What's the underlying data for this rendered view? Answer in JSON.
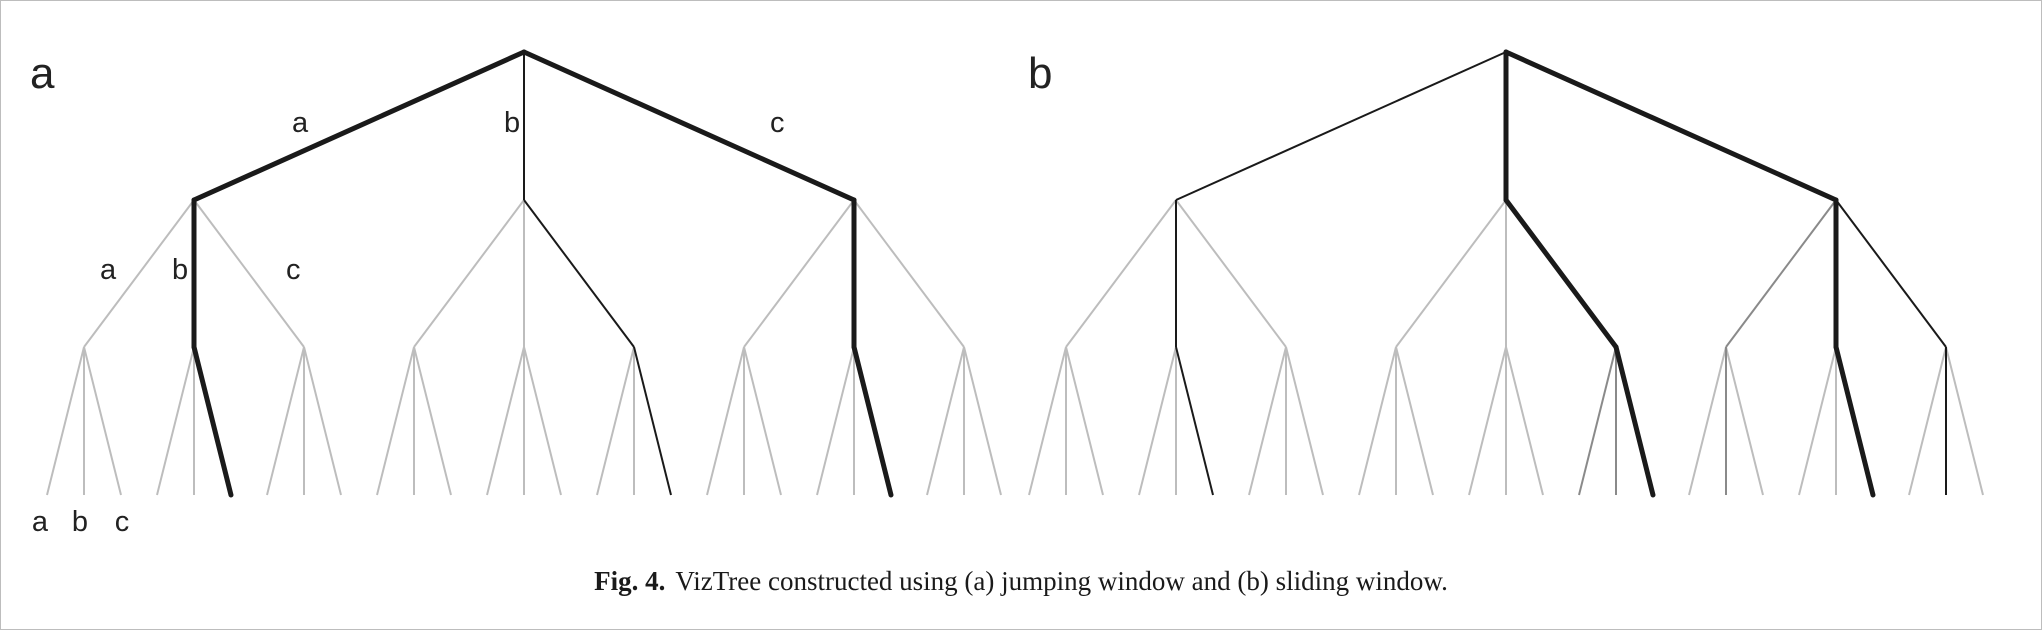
{
  "figure": {
    "caption_label": "Fig. 4.",
    "caption_text": "VizTree constructed using (a) jumping window and (b) sliding window.",
    "colors": {
      "bold": "#1a1a1a",
      "normal": "#1a1a1a",
      "mid": "#8a8a8a",
      "light": "#bdbdbd"
    }
  },
  "panels": [
    {
      "label": "a",
      "show_labels": true,
      "edge_labels": {
        "level1": [
          "a",
          "b",
          "c"
        ],
        "level2": [
          "a",
          "b",
          "c"
        ],
        "leaves": [
          "a",
          "b",
          "c"
        ]
      },
      "edges": [
        [
          "",
          "a",
          "bold"
        ],
        [
          "",
          "b",
          "normal"
        ],
        [
          "",
          "c",
          "bold"
        ],
        [
          "a",
          "aa",
          "light"
        ],
        [
          "a",
          "ab",
          "bold"
        ],
        [
          "a",
          "ac",
          "light"
        ],
        [
          "b",
          "ba",
          "light"
        ],
        [
          "b",
          "bb",
          "light"
        ],
        [
          "b",
          "bc",
          "normal"
        ],
        [
          "c",
          "ca",
          "light"
        ],
        [
          "c",
          "cb",
          "bold"
        ],
        [
          "c",
          "cc",
          "light"
        ],
        [
          "aa",
          "aaa",
          "light"
        ],
        [
          "aa",
          "aab",
          "light"
        ],
        [
          "aa",
          "aac",
          "light"
        ],
        [
          "ab",
          "aba",
          "light"
        ],
        [
          "ab",
          "abb",
          "light"
        ],
        [
          "ab",
          "abc",
          "bold"
        ],
        [
          "ac",
          "aca",
          "light"
        ],
        [
          "ac",
          "acb",
          "light"
        ],
        [
          "ac",
          "acc",
          "light"
        ],
        [
          "ba",
          "baa",
          "light"
        ],
        [
          "ba",
          "bab",
          "light"
        ],
        [
          "ba",
          "bac",
          "light"
        ],
        [
          "bb",
          "bba",
          "light"
        ],
        [
          "bb",
          "bbb",
          "light"
        ],
        [
          "bb",
          "bbc",
          "light"
        ],
        [
          "bc",
          "bca",
          "light"
        ],
        [
          "bc",
          "bcb",
          "light"
        ],
        [
          "bc",
          "bcc",
          "normal"
        ],
        [
          "ca",
          "caa",
          "light"
        ],
        [
          "ca",
          "cab",
          "light"
        ],
        [
          "ca",
          "cac",
          "light"
        ],
        [
          "cb",
          "cba",
          "light"
        ],
        [
          "cb",
          "cbb",
          "light"
        ],
        [
          "cb",
          "cbc",
          "bold"
        ],
        [
          "cc",
          "cca",
          "light"
        ],
        [
          "cc",
          "ccb",
          "light"
        ],
        [
          "cc",
          "ccc",
          "light"
        ]
      ]
    },
    {
      "label": "b",
      "show_labels": false,
      "edge_labels": {
        "level1": [],
        "level2": [],
        "leaves": []
      },
      "edges": [
        [
          "",
          "a",
          "normal"
        ],
        [
          "",
          "b",
          "bold"
        ],
        [
          "",
          "c",
          "bold"
        ],
        [
          "a",
          "aa",
          "light"
        ],
        [
          "a",
          "ab",
          "normal"
        ],
        [
          "a",
          "ac",
          "light"
        ],
        [
          "b",
          "ba",
          "light"
        ],
        [
          "b",
          "bb",
          "light"
        ],
        [
          "b",
          "bc",
          "bold"
        ],
        [
          "c",
          "ca",
          "mid"
        ],
        [
          "c",
          "cb",
          "bold"
        ],
        [
          "c",
          "cc",
          "normal"
        ],
        [
          "aa",
          "aaa",
          "light"
        ],
        [
          "aa",
          "aab",
          "light"
        ],
        [
          "aa",
          "aac",
          "light"
        ],
        [
          "ab",
          "aba",
          "light"
        ],
        [
          "ab",
          "abb",
          "light"
        ],
        [
          "ab",
          "abc",
          "normal"
        ],
        [
          "ac",
          "aca",
          "light"
        ],
        [
          "ac",
          "acb",
          "light"
        ],
        [
          "ac",
          "acc",
          "light"
        ],
        [
          "ba",
          "baa",
          "light"
        ],
        [
          "ba",
          "bab",
          "light"
        ],
        [
          "ba",
          "bac",
          "light"
        ],
        [
          "bb",
          "bba",
          "light"
        ],
        [
          "bb",
          "bbb",
          "light"
        ],
        [
          "bb",
          "bbc",
          "light"
        ],
        [
          "bc",
          "bca",
          "mid"
        ],
        [
          "bc",
          "bcb",
          "mid"
        ],
        [
          "bc",
          "bcc",
          "bold"
        ],
        [
          "ca",
          "caa",
          "light"
        ],
        [
          "ca",
          "cab",
          "mid"
        ],
        [
          "ca",
          "cac",
          "light"
        ],
        [
          "cb",
          "cba",
          "light"
        ],
        [
          "cb",
          "cbb",
          "light"
        ],
        [
          "cb",
          "cbc",
          "bold"
        ],
        [
          "cc",
          "cca",
          "light"
        ],
        [
          "cc",
          "ccb",
          "normal"
        ],
        [
          "cc",
          "ccc",
          "light"
        ]
      ]
    }
  ]
}
